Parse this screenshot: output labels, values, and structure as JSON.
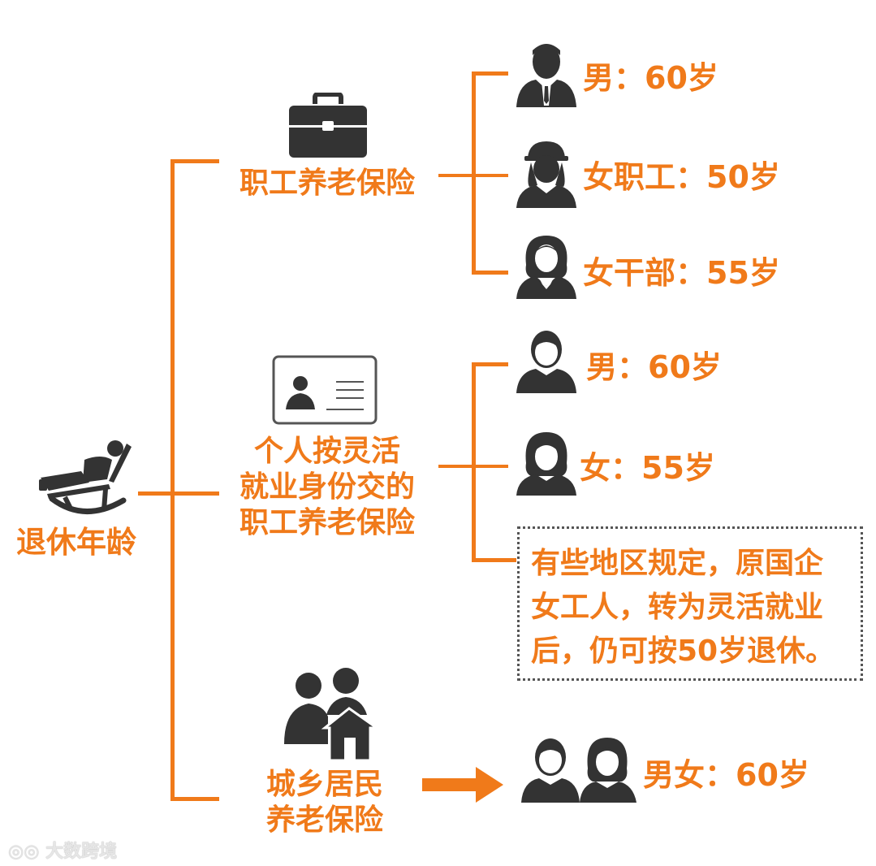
{
  "root": {
    "label": "退休年龄"
  },
  "branches": [
    {
      "label_lines": [
        "职工养老保险"
      ],
      "leaves": [
        {
          "text": "男：60岁"
        },
        {
          "text": "女职工：50岁"
        },
        {
          "text": "女干部：55岁"
        }
      ]
    },
    {
      "label_lines": [
        "个人按灵活",
        "就业身份交的",
        "职工养老保险"
      ],
      "leaves": [
        {
          "text": "男：60岁"
        },
        {
          "text": "女：55岁"
        }
      ],
      "note_lines": [
        "有些地区规定，原国企",
        "女工人，转为灵活就业",
        "后，仍可按50岁退休。"
      ]
    },
    {
      "label_lines": [
        "城乡居民",
        "养老保险"
      ],
      "leaves": [
        {
          "text": "男女：60岁"
        }
      ]
    }
  ],
  "watermark": "大数跨境",
  "colors": {
    "accent": "#f07a1a",
    "icon": "#333333"
  }
}
